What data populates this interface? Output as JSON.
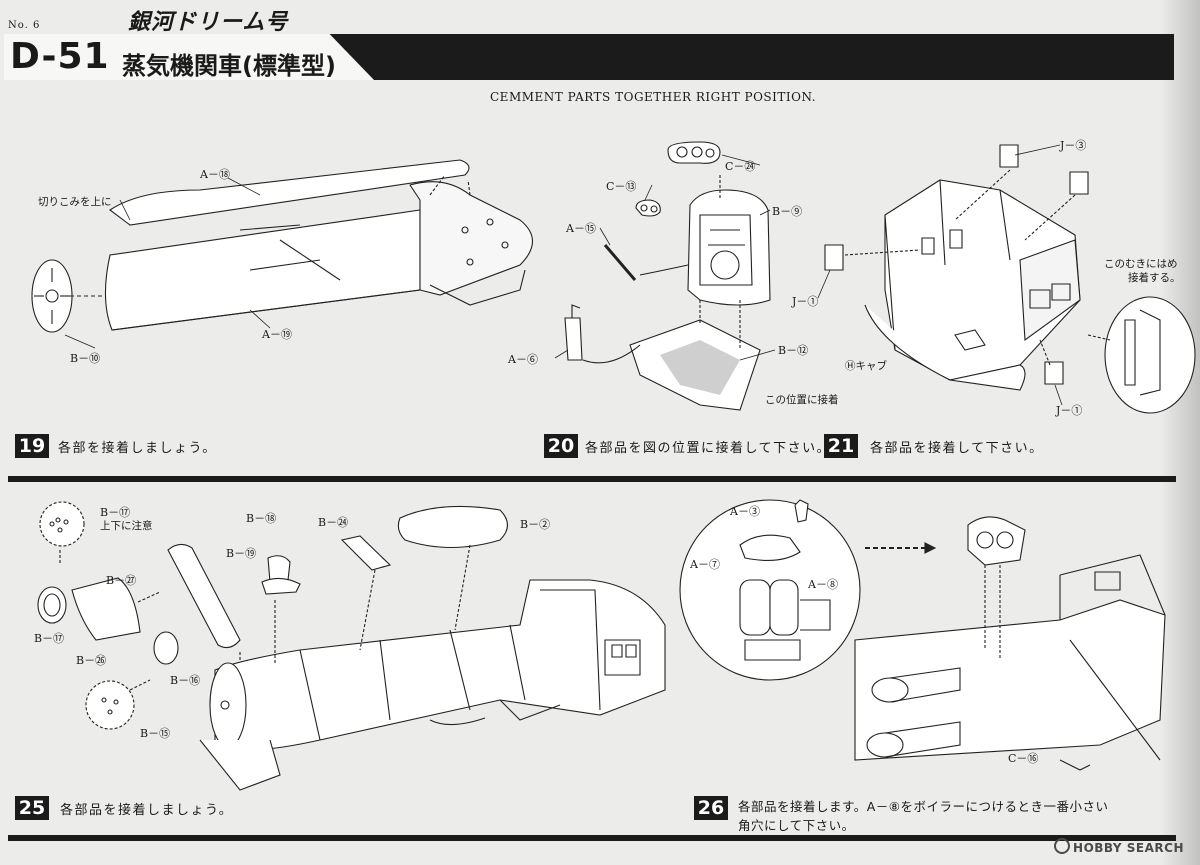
{
  "header": {
    "page_number": "No. 6",
    "series": "銀河ドリーム号",
    "model": "D-51",
    "title": "蒸気機関車(標準型)",
    "subtitle": "CEMMENT PARTS TOGETHER RIGHT POSITION."
  },
  "steps": [
    {
      "number": "19",
      "text": "各部を接着しましょう。"
    },
    {
      "number": "20",
      "text": "各部品を図の位置に接着して下さい。"
    },
    {
      "number": "21",
      "text": "各部品を接着して下さい。"
    },
    {
      "number": "25",
      "text": "各部品を接着しましょう。"
    },
    {
      "number": "26",
      "text": "各部品を接着します。A－⑧をボイラーにつけるとき一番小さい",
      "text2": "角穴にして下さい。"
    }
  ],
  "labels": {
    "a18": "A－⑱",
    "a19": "A－⑲",
    "b10": "B－⑩",
    "notch_up": "切りこみを上に",
    "c24": "C－㉔",
    "c13": "C－⑬",
    "a15": "A－⑮",
    "b9": "B－⑨",
    "a6": "A－⑥",
    "b12": "B－⑫",
    "this_position": "この位置に接着",
    "j3": "J－③",
    "j1a": "J－①",
    "j1b": "J－①",
    "cab": "Ⓗキャブ",
    "orient1": "このむきにはめ",
    "orient2": "接着する。",
    "b17a": "B－⑰",
    "updown": "上下に注意",
    "b27": "B－㉗",
    "b17b": "B－⑰",
    "b26": "B－㉖",
    "b16": "B－⑯",
    "b15": "B－⑮",
    "b18": "B－⑱",
    "b19": "B－⑲",
    "b24": "B－㉔",
    "b2": "B－②",
    "a3": "A－③",
    "a7": "A－⑦",
    "a8": "A－⑧",
    "c16": "C－⑯"
  },
  "watermark": "HOBBY SEARCH"
}
